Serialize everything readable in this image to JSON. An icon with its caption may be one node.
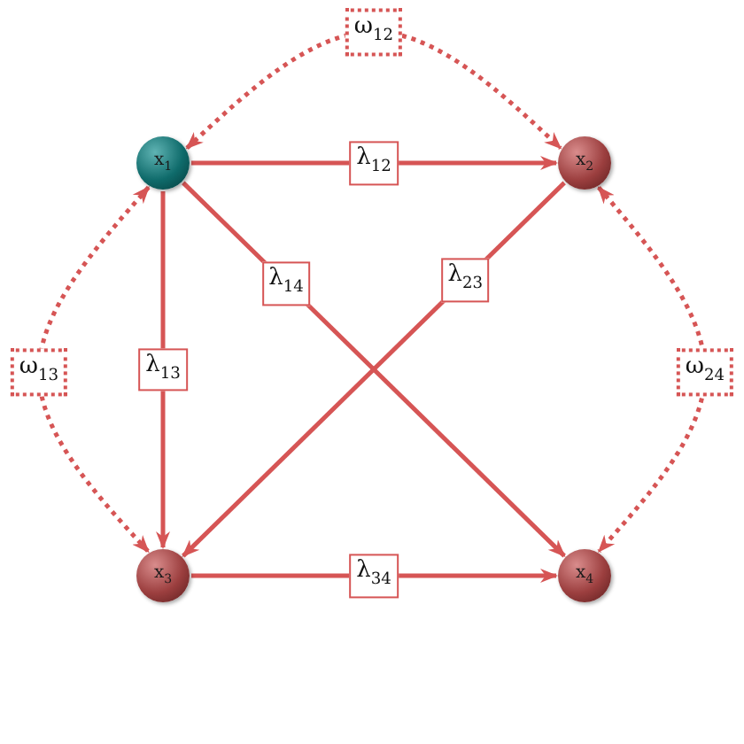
{
  "diagram": {
    "nodes": [
      {
        "text": [
          "x$_{1}$"
        ]
      },
      {
        "text": [
          "x$_{2}$"
        ]
      },
      {
        "text": [
          "x$_{3}$"
        ]
      },
      {
        "text": [
          "x$_{4}$"
        ]
      }
    ],
    "edges": [
      {
        "from": 0,
        "to": 1,
        "arrow": "to",
        "label": "λ$_{12}$"
      },
      {
        "from": 0,
        "to": 2,
        "arrow": "to",
        "label": "λ$_{13}$"
      },
      {
        "from": 0,
        "to": 3,
        "arrow": "to",
        "label": "λ$_{14}$"
      },
      {
        "from": 1,
        "to": 2,
        "arrow": "to",
        "label": "λ$_{23}$"
      },
      {
        "from": 2,
        "to": 3,
        "arrow": "to",
        "label": "λ$_{34}$"
      },
      {
        "from": 0,
        "to": 1,
        "arrow": "both",
        "label": "ω$_{12}$",
        "style": "dashed"
      },
      {
        "from": 0,
        "to": 2,
        "arrow": "both",
        "label": "ω$_{13}$",
        "style": "dashed"
      },
      {
        "from": 1,
        "to": 3,
        "arrow": "both",
        "label": "ω$_{24}$",
        "style": "dashed"
      }
    ]
  }
}
